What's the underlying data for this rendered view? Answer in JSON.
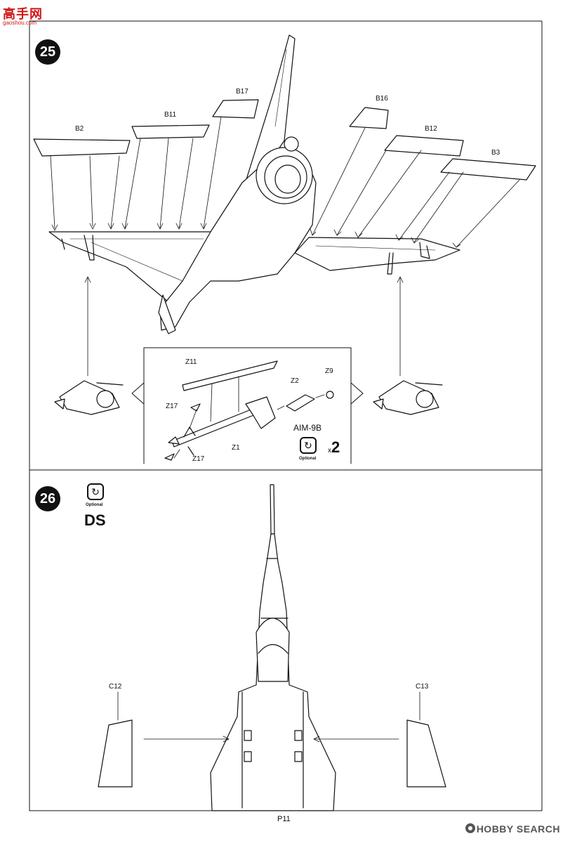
{
  "watermark": {
    "logo": "高手网",
    "sub": "gaoshou.com"
  },
  "hobby_search": "HOBBY SEARCH",
  "page_number": "P11",
  "steps": [
    {
      "number": "25",
      "parts": [
        "B2",
        "B11",
        "B17",
        "B16",
        "B12",
        "B3",
        "Z11",
        "Z9",
        "Z2",
        "Z17",
        "Z1",
        "Z17"
      ],
      "missile_name": "AIM-9B",
      "optional_label": "Optional",
      "multiplier_prefix": "x",
      "multiplier_value": "2"
    },
    {
      "number": "26",
      "optional_label": "Optional",
      "variant": "DS",
      "parts": [
        "C12",
        "C13"
      ]
    }
  ],
  "icons": [
    "optional-rotate-icon"
  ]
}
